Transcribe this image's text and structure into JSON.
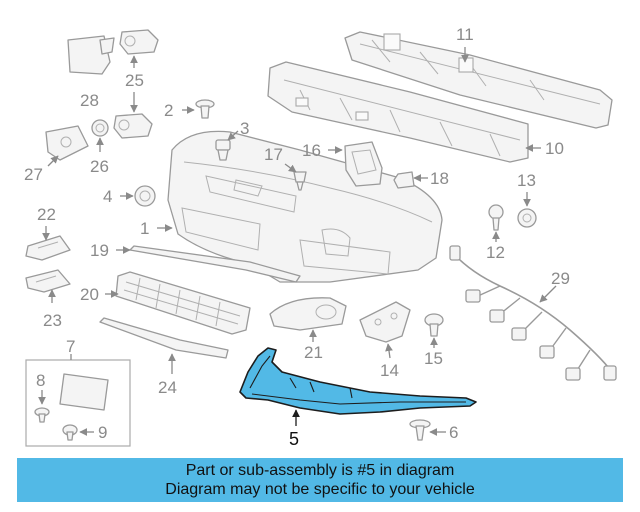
{
  "diagram": {
    "highlight_color": "#52b9e6",
    "highlighted_part": "5",
    "callouts": {
      "p1": "1",
      "p2": "2",
      "p3": "3",
      "p4": "4",
      "p5": "5",
      "p6": "6",
      "p7": "7",
      "p8": "8",
      "p9": "9",
      "p10": "10",
      "p11": "11",
      "p12": "12",
      "p13": "13",
      "p14": "14",
      "p15": "15",
      "p16": "16",
      "p17": "17",
      "p18": "18",
      "p19": "19",
      "p20": "20",
      "p21": "21",
      "p22": "22",
      "p23": "23",
      "p24": "24",
      "p25": "25",
      "p26": "26",
      "p27": "27",
      "p28": "28",
      "p29": "29"
    }
  },
  "banner": {
    "line1": "Part or sub-assembly is #5 in diagram",
    "line2": "Diagram may not be specific to your vehicle"
  }
}
